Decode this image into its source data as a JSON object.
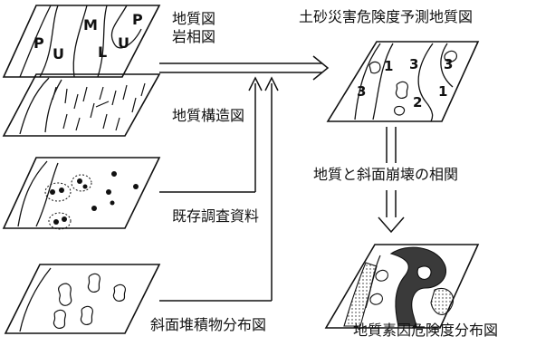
{
  "labels": {
    "geo_map": "地質図",
    "lith_map": "岩相図",
    "structure_map": "地質構造図",
    "survey_data": "既存調査資料",
    "slope_deposit_map": "斜面堆積物分布図",
    "prediction_map": "土砂災害危険度予測地質図",
    "correlation": "地質と斜面崩壊の相関",
    "factor_map": "地質素因危険度分布図"
  },
  "map_letters": {
    "p_left": "P",
    "u_left": "U",
    "m": "M",
    "l": "L",
    "u_right": "U",
    "p_right": "P"
  },
  "hazard_ranks": {
    "r1a": "1",
    "r3a": "3",
    "r3b": "3",
    "r3c": "3",
    "r2": "2",
    "r1b": "1"
  },
  "colors": {
    "ink": "#111111",
    "background": "#ffffff",
    "shade": "#3a3a3a"
  }
}
